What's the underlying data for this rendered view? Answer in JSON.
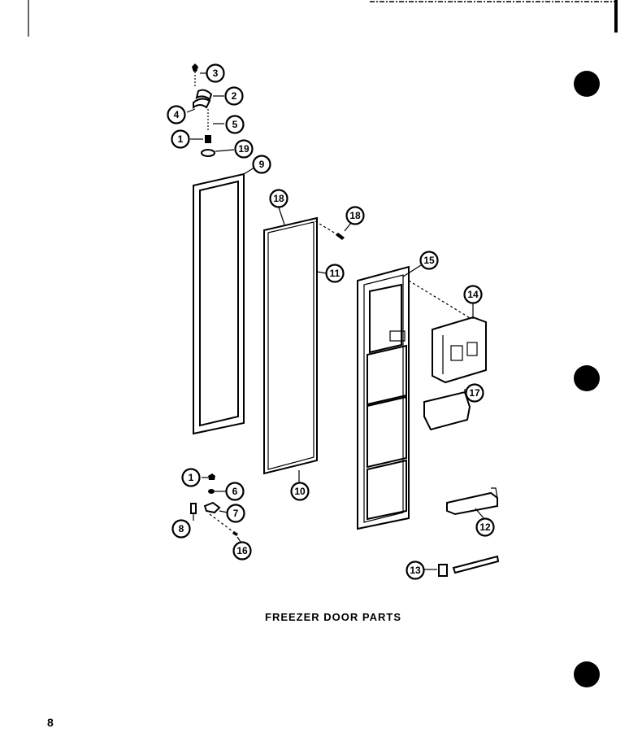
{
  "caption": "FREEZER DOOR PARTS",
  "page_number": "8",
  "callouts": [
    "3",
    "2",
    "4",
    "5",
    "1",
    "19",
    "9",
    "18",
    "18",
    "11",
    "15",
    "14",
    "17",
    "1",
    "6",
    "7",
    "8",
    "16",
    "10",
    "12",
    "13"
  ]
}
